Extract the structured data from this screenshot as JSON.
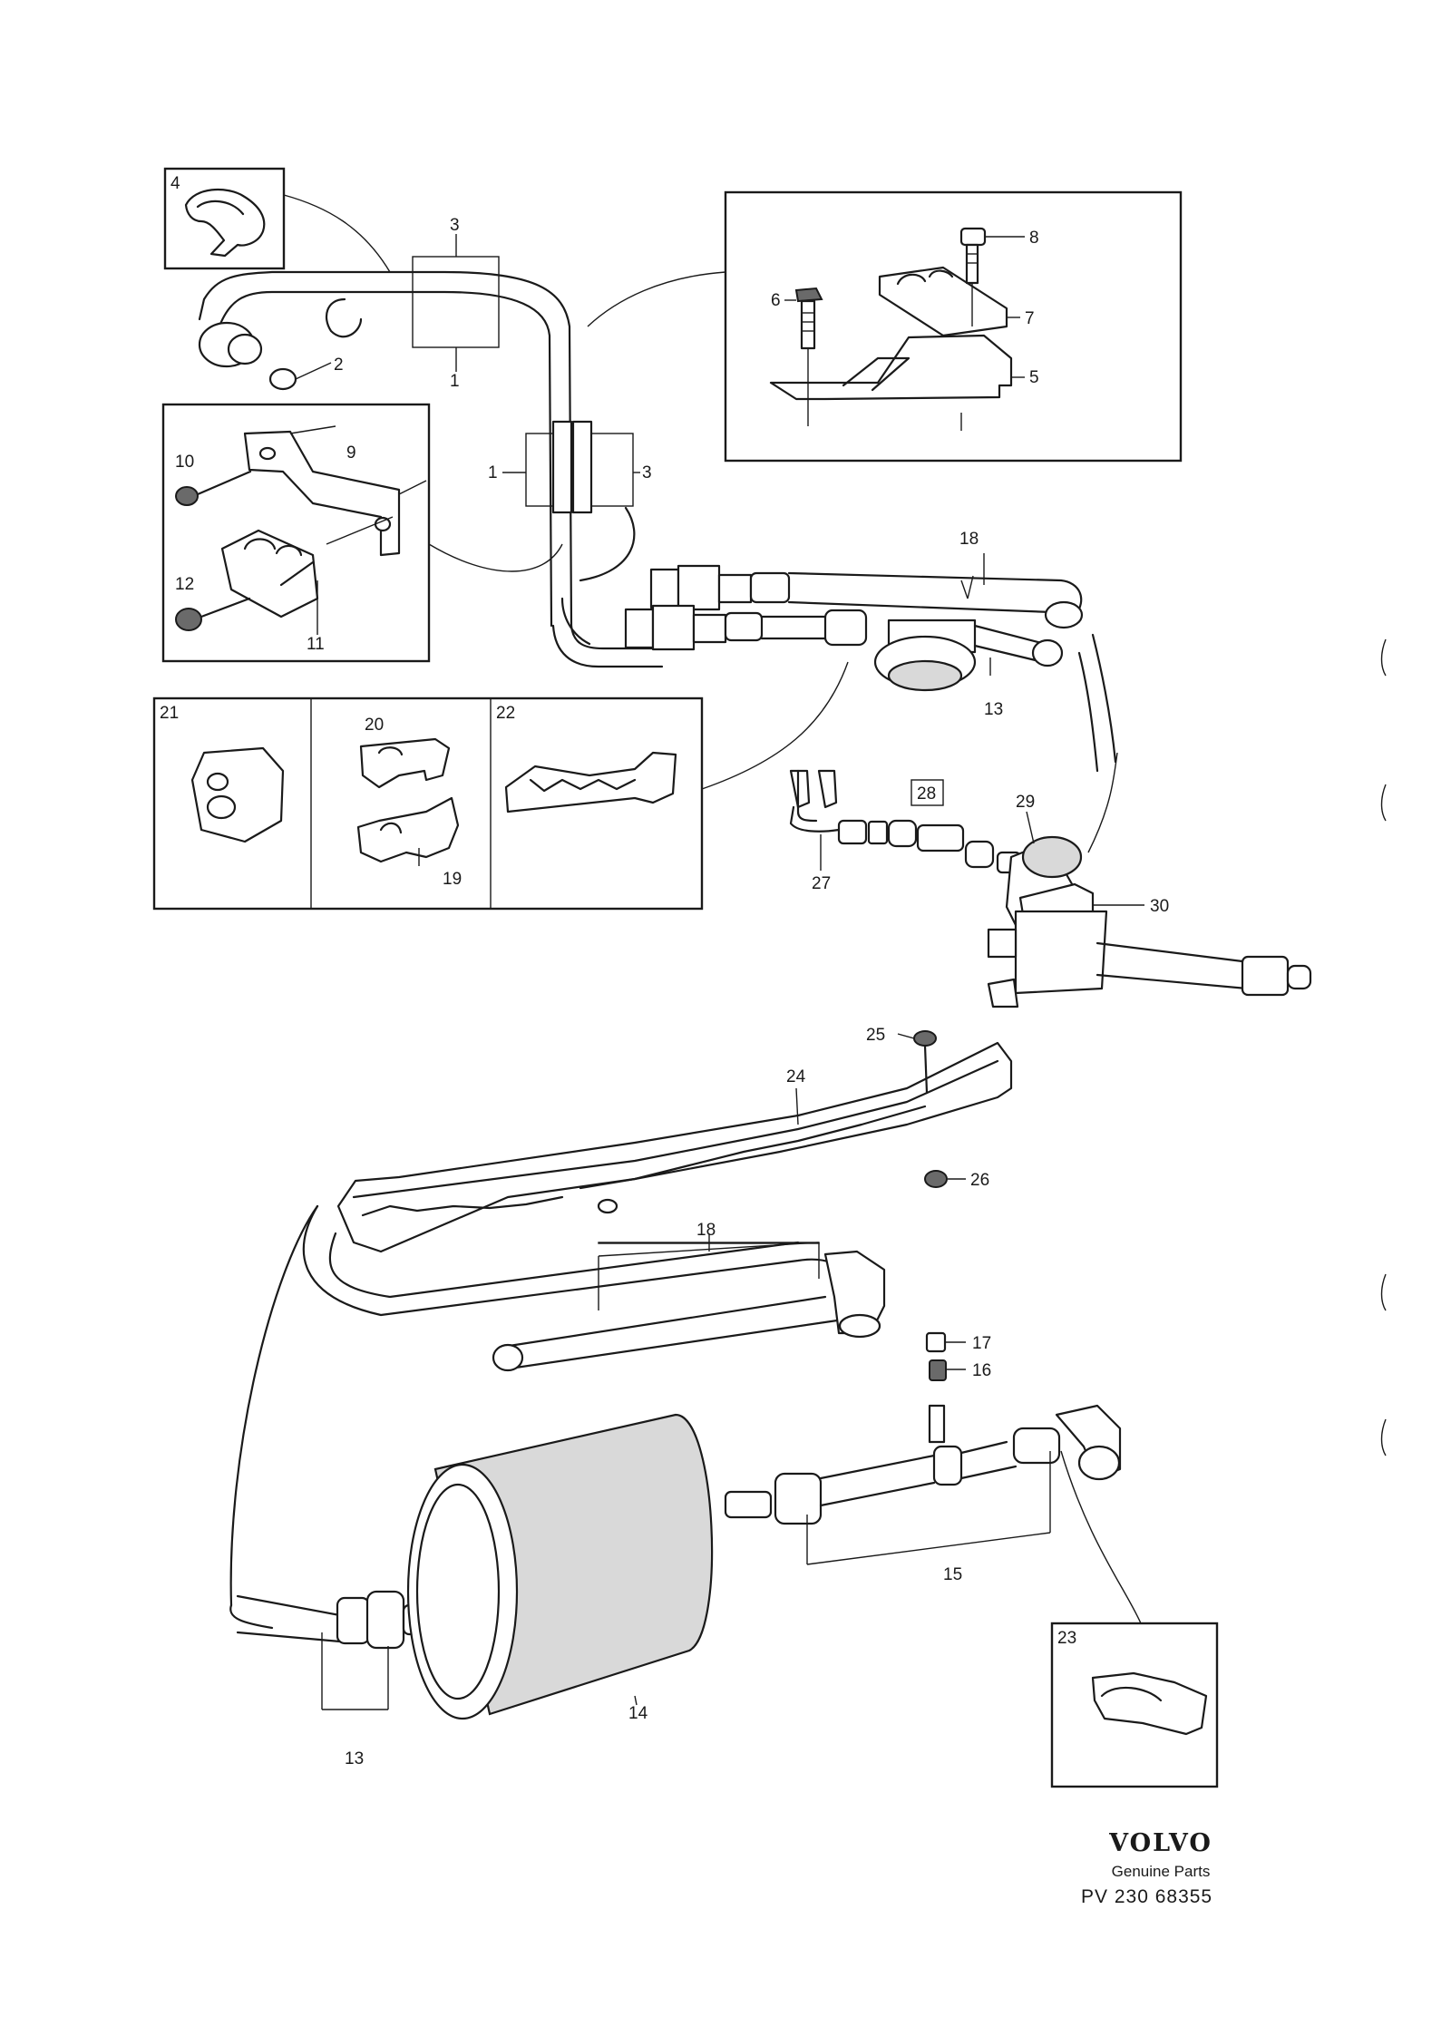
{
  "labels": {
    "l1a": "1",
    "l1b": "1",
    "l2": "2",
    "l3a": "3",
    "l3b": "3",
    "l4": "4",
    "l5": "5",
    "l6": "6",
    "l7": "7",
    "l8": "8",
    "l9": "9",
    "l10": "10",
    "l11": "11",
    "l12": "12",
    "l13a": "13",
    "l13b": "13",
    "l14": "14",
    "l15": "15",
    "l16": "16",
    "l17": "17",
    "l18a": "18",
    "l18b": "18",
    "l19": "19",
    "l20": "20",
    "l21": "21",
    "l22": "22",
    "l23": "23",
    "l24": "24",
    "l25": "25",
    "l26": "26",
    "l27": "27",
    "l28": "28",
    "l29": "29",
    "l30": "30"
  },
  "footer": {
    "brand": "VOLVO",
    "subtitle": "Genuine Parts",
    "reference": "PV 230 68355"
  },
  "icons": [
    "hose-clip",
    "pipe-clamp",
    "bracket",
    "fuel-filter",
    "pressure-regulator",
    "fuel-pipe",
    "screw",
    "bolt",
    "nipple",
    "clip"
  ]
}
